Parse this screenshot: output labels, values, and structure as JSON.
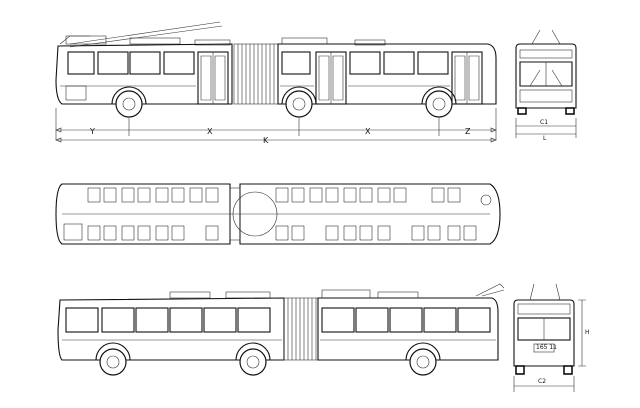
{
  "dimensions": {
    "y": "Y",
    "x1": "X",
    "k": "K",
    "x2": "X",
    "z": "Z",
    "c1": "C1",
    "l": "L",
    "c2": "C2",
    "h": "H"
  },
  "plate": {
    "number": "165 11"
  },
  "colors": {
    "line": "#111111",
    "background": "#ffffff"
  }
}
